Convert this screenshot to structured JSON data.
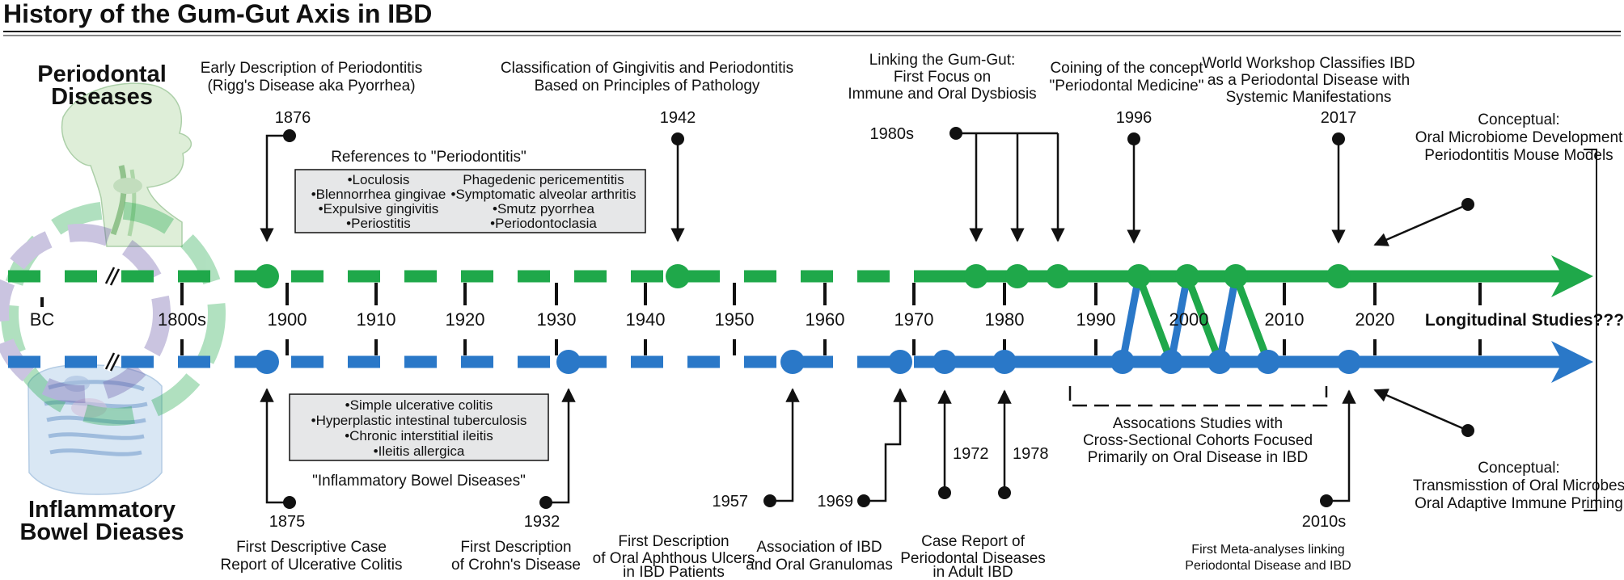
{
  "title": "History of the Gum-Gut Axis in IBD",
  "side_labels": {
    "periodontal": [
      "Periodontal",
      "Diseases"
    ],
    "ibd": [
      "Inflammatory",
      "Bowel Dieases"
    ]
  },
  "colors": {
    "perio_track": "#1fa84a",
    "ibd_track": "#2a78c8",
    "text": "#111111",
    "box_fill": "#e6e7e8"
  },
  "decades": [
    "BC",
    "1800s",
    "1900",
    "1910",
    "1920",
    "1930",
    "1940",
    "1950",
    "1960",
    "1970",
    "1980",
    "1990",
    "2000",
    "2010",
    "2020"
  ],
  "longitudinal": "Longitudinal Studies???",
  "top_events": {
    "e1876": {
      "lines": [
        "Early Description of Periodontitis",
        "(Rigg's Disease aka Pyorrhea)"
      ],
      "date": "1876"
    },
    "e1942": {
      "lines": [
        "Classification of Gingivitis and Periodontitis",
        "Based on Principles of Pathology"
      ],
      "date": "1942"
    },
    "e1980s": {
      "lines": [
        "Linking the Gum-Gut:",
        "First Focus on",
        "Immune and Oral Dysbiosis"
      ],
      "date": "1980s"
    },
    "e1996": {
      "lines": [
        "Coining of the concept",
        "\"Periodontal Medicine\""
      ],
      "date": "1996"
    },
    "e2017": {
      "lines": [
        "World Workshop Classifies IBD",
        "as a Periodontal Disease with",
        "Systemic Manifestations"
      ],
      "date": "2017"
    },
    "conceptual_top": {
      "lines": [
        "Conceptual:",
        "Oral Microbiome Development",
        "Periodontitis Mouse Models"
      ]
    }
  },
  "references_box": {
    "heading": "References to \"Periodontitis\"",
    "left": [
      "•Loculosis",
      "•Blennorrhea gingivae",
      "•Expulsive gingivitis",
      "•Periostitis"
    ],
    "right": [
      "Phagedenic pericementitis",
      "•Symptomatic alveolar arthritis",
      "•Smutz pyorrhea",
      "•Periodontoclasia"
    ]
  },
  "ibd_box": {
    "items": [
      "•Simple ulcerative colitis",
      "•Hyperplastic intestinal tuberculosis",
      "•Chronic interstitial ileitis",
      "•Ileitis allergica"
    ],
    "caption": "\"Inflammatory Bowel Diseases\""
  },
  "bottom_events": {
    "e1875": {
      "lines": [
        "First Descriptive Case",
        "Report of Ulcerative Colitis"
      ],
      "date": "1875"
    },
    "e1932": {
      "lines": [
        "First Description",
        "of Crohn's Disease"
      ],
      "date": "1932"
    },
    "e1957": {
      "lines": [
        "First Description",
        "of Oral Aphthous Ulcers",
        "in IBD Patients"
      ],
      "date": "1957"
    },
    "e1969": {
      "lines": [
        "Association of IBD",
        "and Oral Granulomas"
      ],
      "date": "1969"
    },
    "e1972": {
      "lines": [
        "Case Report of",
        "Periodontal Diseases",
        "in Adult IBD"
      ],
      "date": "1972",
      "date2": "1978"
    },
    "assoc": {
      "lines": [
        "Assocations Studies with",
        "Cross-Sectional Cohorts Focused",
        "Primarily on Oral Disease in IBD"
      ]
    },
    "e2010s": {
      "lines": [
        "First Meta-analyses linking",
        "Periodontal Disease and IBD"
      ],
      "date": "2010s"
    },
    "conceptual_bottom": {
      "lines": [
        "Conceptual:",
        "Transmisstion of Oral Microbes",
        "Oral Adaptive Immune Priming"
      ]
    }
  }
}
